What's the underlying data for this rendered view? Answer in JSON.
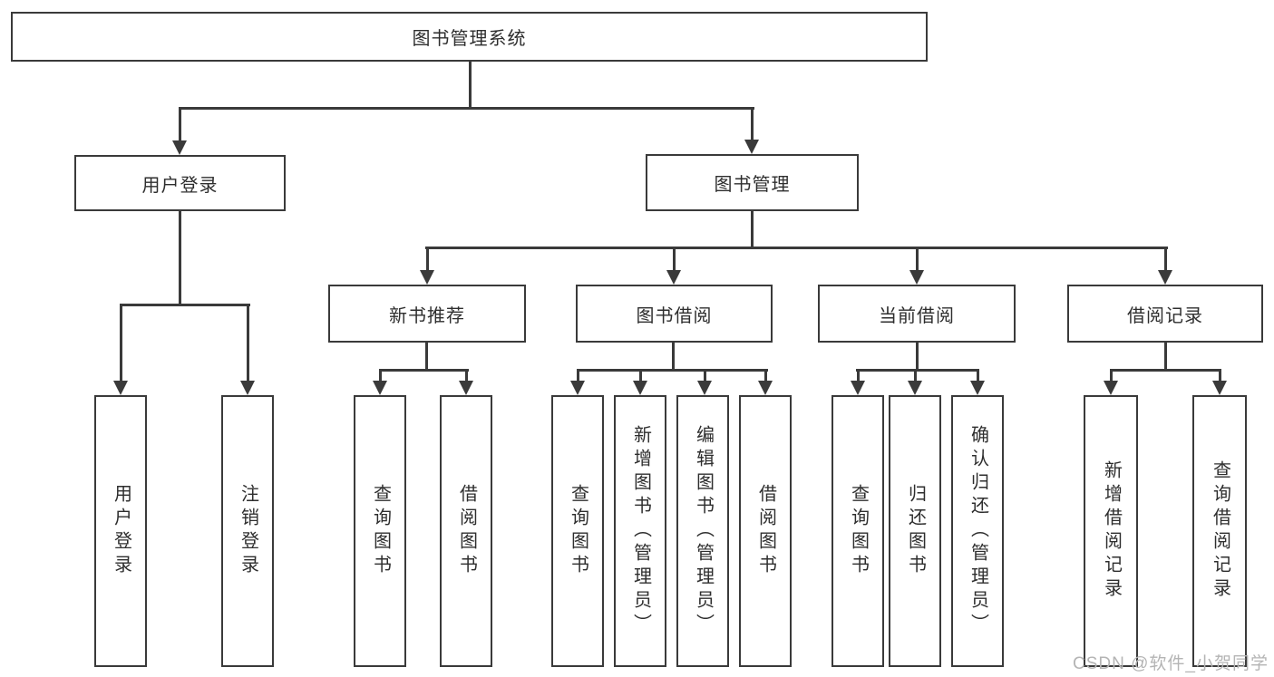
{
  "colors": {
    "line": "#3a3a3a",
    "text": "#2e2e2e",
    "background": "#ffffff",
    "watermark": "#b4b4b4"
  },
  "tree": {
    "root": "图书管理系统",
    "branches": [
      {
        "label": "用户登录",
        "leaves": [
          "用户登录",
          "注销登录"
        ]
      },
      {
        "label": "图书管理",
        "groups": [
          {
            "label": "新书推荐",
            "leaves": [
              "查询图书",
              "借阅图书"
            ]
          },
          {
            "label": "图书借阅",
            "leaves": [
              "查询图书",
              "新增图书（管理员）",
              "编辑图书（管理员）",
              "借阅图书"
            ]
          },
          {
            "label": "当前借阅",
            "leaves": [
              "查询图书",
              "归还图书",
              "确认归还（管理员）"
            ]
          },
          {
            "label": "借阅记录",
            "leaves": [
              "新增借阅记录",
              "查询借阅记录"
            ]
          }
        ]
      }
    ]
  },
  "watermark": {
    "text": "CSDN @软件_小贺同学"
  }
}
